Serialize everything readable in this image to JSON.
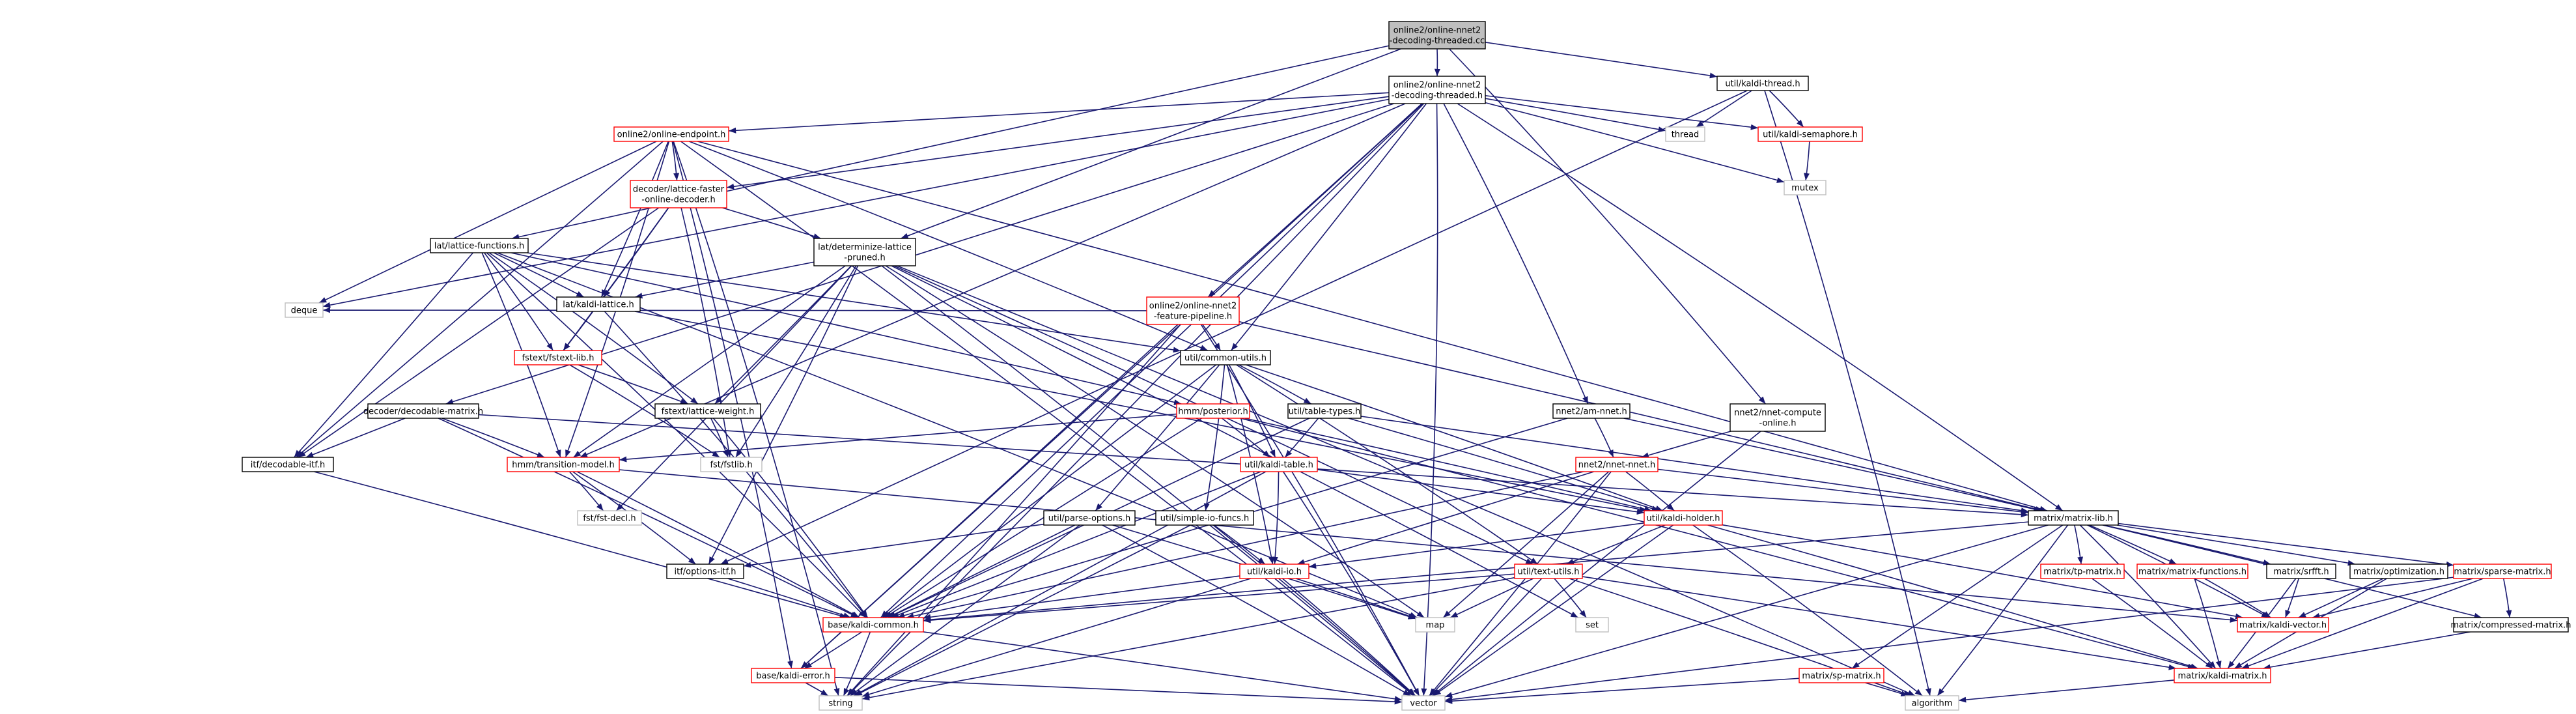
{
  "colors": {
    "edge_default": "#191970",
    "edge_highlight": "#63b8ff",
    "node_border": "#000000",
    "node_border_external": "#bfbfbf",
    "node_border_unlinked": "#ff0000",
    "node_fill": "#ffffff",
    "root_fill": "#bfbfbf",
    "text": "#000000"
  },
  "nodes": [
    {
      "id": "root",
      "label": "online2/online-nnet2\n-decoding-threaded.cc",
      "kind": "root"
    },
    {
      "id": "threaded_h",
      "label": "online2/online-nnet2\n-decoding-threaded.h",
      "kind": "normal"
    },
    {
      "id": "kaldi_thread",
      "label": "util/kaldi-thread.h",
      "kind": "normal"
    },
    {
      "id": "online_endpoint",
      "label": "online2/online-endpoint.h",
      "kind": "red"
    },
    {
      "id": "thread",
      "label": "thread",
      "kind": "system"
    },
    {
      "id": "kaldi_semaphore",
      "label": "util/kaldi-semaphore.h",
      "kind": "red"
    },
    {
      "id": "mutex",
      "label": "mutex",
      "kind": "system"
    },
    {
      "id": "lattice_faster",
      "label": "decoder/lattice-faster\n-online-decoder.h",
      "kind": "red"
    },
    {
      "id": "lattice_functions",
      "label": "lat/lattice-functions.h",
      "kind": "normal"
    },
    {
      "id": "determinize",
      "label": "lat/determinize-lattice\n-pruned.h",
      "kind": "normal"
    },
    {
      "id": "kaldi_lattice",
      "label": "lat/kaldi-lattice.h",
      "kind": "normal"
    },
    {
      "id": "feature_pipeline",
      "label": "online2/online-nnet2\n-feature-pipeline.h",
      "kind": "red"
    },
    {
      "id": "deque",
      "label": "deque",
      "kind": "system"
    },
    {
      "id": "fstext_lib",
      "label": "fstext/fstext-lib.h",
      "kind": "red"
    },
    {
      "id": "common_utils",
      "label": "util/common-utils.h",
      "kind": "normal"
    },
    {
      "id": "decodable_matrix",
      "label": "decoder/decodable-matrix.h",
      "kind": "normal"
    },
    {
      "id": "lattice_weight",
      "label": "fstext/lattice-weight.h",
      "kind": "normal"
    },
    {
      "id": "posterior",
      "label": "hmm/posterior.h",
      "kind": "red"
    },
    {
      "id": "table_types",
      "label": "util/table-types.h",
      "kind": "normal"
    },
    {
      "id": "am_nnet",
      "label": "nnet2/am-nnet.h",
      "kind": "normal"
    },
    {
      "id": "nnet_compute_online",
      "label": "nnet2/nnet-compute\n-online.h",
      "kind": "normal"
    },
    {
      "id": "itf_decodable",
      "label": "itf/decodable-itf.h",
      "kind": "normal"
    },
    {
      "id": "transition_model",
      "label": "hmm/transition-model.h",
      "kind": "red"
    },
    {
      "id": "fst_fstlib",
      "label": "fst/fstlib.h",
      "kind": "system"
    },
    {
      "id": "kaldi_table",
      "label": "util/kaldi-table.h",
      "kind": "red"
    },
    {
      "id": "nnet_nnet",
      "label": "nnet2/nnet-nnet.h",
      "kind": "red"
    },
    {
      "id": "matrix_lib",
      "label": "matrix/matrix-lib.h",
      "kind": "normal"
    },
    {
      "id": "fst_decl",
      "label": "fst/fst-decl.h",
      "kind": "system"
    },
    {
      "id": "parse_options",
      "label": "util/parse-options.h",
      "kind": "normal"
    },
    {
      "id": "simple_io",
      "label": "util/simple-io-funcs.h",
      "kind": "normal"
    },
    {
      "id": "kaldi_holder",
      "label": "util/kaldi-holder.h",
      "kind": "red"
    },
    {
      "id": "options_itf",
      "label": "itf/options-itf.h",
      "kind": "normal"
    },
    {
      "id": "kaldi_io",
      "label": "util/kaldi-io.h",
      "kind": "red"
    },
    {
      "id": "text_utils",
      "label": "util/text-utils.h",
      "kind": "red"
    },
    {
      "id": "tp_matrix",
      "label": "matrix/tp-matrix.h",
      "kind": "red"
    },
    {
      "id": "matrix_functions",
      "label": "matrix/matrix-functions.h",
      "kind": "red"
    },
    {
      "id": "srfft",
      "label": "matrix/srfft.h",
      "kind": "normal"
    },
    {
      "id": "optimization",
      "label": "matrix/optimization.h",
      "kind": "normal"
    },
    {
      "id": "sparse_matrix",
      "label": "matrix/sparse-matrix.h",
      "kind": "red"
    },
    {
      "id": "kaldi_common",
      "label": "base/kaldi-common.h",
      "kind": "red"
    },
    {
      "id": "map",
      "label": "map",
      "kind": "system"
    },
    {
      "id": "set",
      "label": "set",
      "kind": "system"
    },
    {
      "id": "kaldi_vector",
      "label": "matrix/kaldi-vector.h",
      "kind": "red"
    },
    {
      "id": "compressed_matrix",
      "label": "matrix/compressed-matrix.h",
      "kind": "normal"
    },
    {
      "id": "kaldi_error",
      "label": "base/kaldi-error.h",
      "kind": "red"
    },
    {
      "id": "sp_matrix",
      "label": "matrix/sp-matrix.h",
      "kind": "red"
    },
    {
      "id": "kaldi_matrix",
      "label": "matrix/kaldi-matrix.h",
      "kind": "red"
    },
    {
      "id": "string",
      "label": "string",
      "kind": "system"
    },
    {
      "id": "vector",
      "label": "vector",
      "kind": "system"
    },
    {
      "id": "algorithm",
      "label": "algorithm",
      "kind": "system"
    }
  ],
  "edges": [
    [
      "root",
      "threaded_h"
    ],
    [
      "root",
      "kaldi_thread"
    ],
    [
      "root",
      "determinize"
    ],
    [
      "root",
      "lattice_functions"
    ],
    [
      "root",
      "nnet_compute_online"
    ],
    [
      "threaded_h",
      "online_endpoint"
    ],
    [
      "threaded_h",
      "thread"
    ],
    [
      "threaded_h",
      "kaldi_semaphore"
    ],
    [
      "threaded_h",
      "mutex"
    ],
    [
      "threaded_h",
      "lattice_faster"
    ],
    [
      "threaded_h",
      "feature_pipeline"
    ],
    [
      "threaded_h",
      "common_utils"
    ],
    [
      "threaded_h",
      "am_nnet"
    ],
    [
      "threaded_h",
      "matrix_lib"
    ],
    [
      "threaded_h",
      "deque"
    ],
    [
      "threaded_h",
      "string"
    ],
    [
      "threaded_h",
      "vector"
    ],
    [
      "threaded_h",
      "decodable_matrix"
    ],
    [
      "threaded_h",
      "transition_model"
    ],
    [
      "threaded_h",
      "kaldi_error"
    ],
    [
      "threaded_h",
      "kaldi_common"
    ],
    [
      "kaldi_thread",
      "thread"
    ],
    [
      "kaldi_thread",
      "kaldi_semaphore"
    ],
    [
      "kaldi_thread",
      "options_itf"
    ],
    [
      "kaldi_thread",
      "algorithm"
    ],
    [
      "kaldi_semaphore",
      "mutex"
    ],
    [
      "online_endpoint",
      "lattice_faster"
    ],
    [
      "online_endpoint",
      "kaldi_lattice"
    ],
    [
      "online_endpoint",
      "common_utils"
    ],
    [
      "online_endpoint",
      "deque"
    ],
    [
      "online_endpoint",
      "transition_model"
    ],
    [
      "online_endpoint",
      "itf_decodable"
    ],
    [
      "online_endpoint",
      "string"
    ],
    [
      "online_endpoint",
      "vector"
    ],
    [
      "online_endpoint",
      "matrix_lib"
    ],
    [
      "online_endpoint",
      "kaldi_error"
    ],
    [
      "lattice_faster",
      "determinize"
    ],
    [
      "lattice_faster",
      "kaldi_lattice"
    ],
    [
      "lattice_faster",
      "fstext_lib"
    ],
    [
      "lattice_faster",
      "fst_fstlib"
    ],
    [
      "lattice_faster",
      "itf_decodable"
    ],
    [
      "lattice_functions",
      "kaldi_lattice"
    ],
    [
      "lattice_functions",
      "fstext_lib"
    ],
    [
      "lattice_functions",
      "common_utils"
    ],
    [
      "lattice_functions",
      "transition_model"
    ],
    [
      "lattice_functions",
      "posterior"
    ],
    [
      "lattice_functions",
      "itf_decodable"
    ],
    [
      "lattice_functions",
      "kaldi_common"
    ],
    [
      "lattice_functions",
      "map"
    ],
    [
      "lattice_functions",
      "lattice_weight"
    ],
    [
      "determinize",
      "kaldi_lattice"
    ],
    [
      "determinize",
      "fst_fstlib"
    ],
    [
      "determinize",
      "lattice_weight"
    ],
    [
      "determinize",
      "transition_model"
    ],
    [
      "determinize",
      "fst_decl"
    ],
    [
      "determinize",
      "options_itf"
    ],
    [
      "determinize",
      "map"
    ],
    [
      "determinize",
      "set"
    ],
    [
      "determinize",
      "vector"
    ],
    [
      "determinize",
      "algorithm"
    ],
    [
      "determinize",
      "text_utils"
    ],
    [
      "kaldi_lattice",
      "fstext_lib"
    ],
    [
      "kaldi_lattice",
      "kaldi_common"
    ],
    [
      "kaldi_lattice",
      "kaldi_holder"
    ],
    [
      "feature_pipeline",
      "common_utils"
    ],
    [
      "feature_pipeline",
      "deque"
    ],
    [
      "feature_pipeline",
      "matrix_lib"
    ],
    [
      "feature_pipeline",
      "kaldi_error"
    ],
    [
      "feature_pipeline",
      "string"
    ],
    [
      "feature_pipeline",
      "vector"
    ],
    [
      "fstext_lib",
      "fst_fstlib"
    ],
    [
      "fstext_lib",
      "lattice_weight"
    ],
    [
      "lattice_weight",
      "fst_fstlib"
    ],
    [
      "lattice_weight",
      "kaldi_common"
    ],
    [
      "common_utils",
      "kaldi_common"
    ],
    [
      "common_utils",
      "parse_options"
    ],
    [
      "common_utils",
      "simple_io"
    ],
    [
      "common_utils",
      "kaldi_table"
    ],
    [
      "common_utils",
      "kaldi_io"
    ],
    [
      "common_utils",
      "kaldi_holder"
    ],
    [
      "common_utils",
      "table_types"
    ],
    [
      "common_utils",
      "text_utils"
    ],
    [
      "decodable_matrix",
      "itf_decodable"
    ],
    [
      "decodable_matrix",
      "transition_model"
    ],
    [
      "decodable_matrix",
      "kaldi_common"
    ],
    [
      "decodable_matrix",
      "matrix_lib"
    ],
    [
      "posterior",
      "kaldi_common"
    ],
    [
      "posterior",
      "kaldi_table"
    ],
    [
      "posterior",
      "transition_model"
    ],
    [
      "posterior",
      "kaldi_holder"
    ],
    [
      "posterior",
      "kaldi_matrix"
    ],
    [
      "table_types",
      "kaldi_table"
    ],
    [
      "table_types",
      "matrix_lib"
    ],
    [
      "table_types",
      "kaldi_holder"
    ],
    [
      "table_types",
      "kaldi_common"
    ],
    [
      "am_nnet",
      "nnet_nnet"
    ],
    [
      "am_nnet",
      "kaldi_common"
    ],
    [
      "am_nnet",
      "matrix_lib"
    ],
    [
      "nnet_compute_online",
      "nnet_nnet"
    ],
    [
      "nnet_compute_online",
      "vector"
    ],
    [
      "itf_decodable",
      "kaldi_common"
    ],
    [
      "transition_model",
      "kaldi_common"
    ],
    [
      "transition_model",
      "fst_decl"
    ],
    [
      "transition_model",
      "options_itf"
    ],
    [
      "transition_model",
      "kaldi_vector"
    ],
    [
      "kaldi_table",
      "kaldi_io"
    ],
    [
      "kaldi_table",
      "kaldi_holder"
    ],
    [
      "kaldi_table",
      "kaldi_common"
    ],
    [
      "kaldi_table",
      "string"
    ],
    [
      "kaldi_table",
      "vector"
    ],
    [
      "nnet_nnet",
      "kaldi_common"
    ],
    [
      "nnet_nnet",
      "kaldi_io"
    ],
    [
      "nnet_nnet",
      "matrix_lib"
    ],
    [
      "nnet_nnet",
      "map"
    ],
    [
      "nnet_nnet",
      "vector"
    ],
    [
      "nnet_nnet",
      "kaldi_holder"
    ],
    [
      "matrix_lib",
      "tp_matrix"
    ],
    [
      "matrix_lib",
      "matrix_functions"
    ],
    [
      "matrix_lib",
      "srfft"
    ],
    [
      "matrix_lib",
      "optimization"
    ],
    [
      "matrix_lib",
      "sparse_matrix"
    ],
    [
      "matrix_lib",
      "kaldi_vector"
    ],
    [
      "matrix_lib",
      "kaldi_matrix"
    ],
    [
      "matrix_lib",
      "compressed_matrix"
    ],
    [
      "matrix_lib",
      "sp_matrix"
    ],
    [
      "matrix_lib",
      "kaldi_common"
    ],
    [
      "matrix_lib",
      "vector"
    ],
    [
      "matrix_lib",
      "algorithm"
    ],
    [
      "parse_options",
      "kaldi_common"
    ],
    [
      "parse_options",
      "options_itf"
    ],
    [
      "parse_options",
      "map"
    ],
    [
      "parse_options",
      "string"
    ],
    [
      "parse_options",
      "vector"
    ],
    [
      "simple_io",
      "kaldi_io"
    ],
    [
      "simple_io",
      "string"
    ],
    [
      "simple_io",
      "vector"
    ],
    [
      "kaldi_holder",
      "kaldi_io"
    ],
    [
      "kaldi_holder",
      "text_utils"
    ],
    [
      "kaldi_holder",
      "kaldi_vector"
    ],
    [
      "kaldi_holder",
      "kaldi_matrix"
    ],
    [
      "kaldi_holder",
      "algorithm"
    ],
    [
      "kaldi_holder",
      "vector"
    ],
    [
      "options_itf",
      "kaldi_common"
    ],
    [
      "kaldi_io",
      "kaldi_common"
    ],
    [
      "kaldi_io",
      "map"
    ],
    [
      "kaldi_io",
      "string"
    ],
    [
      "kaldi_io",
      "vector"
    ],
    [
      "text_utils",
      "kaldi_common"
    ],
    [
      "text_utils",
      "map"
    ],
    [
      "text_utils",
      "set"
    ],
    [
      "text_utils",
      "string"
    ],
    [
      "text_utils",
      "vector"
    ],
    [
      "text_utils",
      "algorithm"
    ],
    [
      "text_utils",
      "kaldi_matrix"
    ],
    [
      "matrix_functions",
      "kaldi_vector"
    ],
    [
      "matrix_functions",
      "kaldi_matrix"
    ],
    [
      "srfft",
      "kaldi_vector"
    ],
    [
      "srfft",
      "kaldi_matrix"
    ],
    [
      "optimization",
      "kaldi_vector"
    ],
    [
      "optimization",
      "kaldi_matrix"
    ],
    [
      "sparse_matrix",
      "kaldi_vector"
    ],
    [
      "sparse_matrix",
      "kaldi_matrix"
    ],
    [
      "sparse_matrix",
      "compressed_matrix"
    ],
    [
      "sparse_matrix",
      "vector"
    ],
    [
      "compressed_matrix",
      "kaldi_matrix"
    ],
    [
      "kaldi_common",
      "kaldi_error"
    ],
    [
      "kaldi_common",
      "string"
    ],
    [
      "kaldi_common",
      "vector"
    ],
    [
      "kaldi_error",
      "string"
    ],
    [
      "kaldi_error",
      "vector"
    ],
    [
      "sp_matrix",
      "vector"
    ],
    [
      "sp_matrix",
      "algorithm"
    ],
    [
      "kaldi_matrix",
      "algorithm"
    ],
    [
      "tp_matrix",
      "kaldi_matrix"
    ]
  ]
}
